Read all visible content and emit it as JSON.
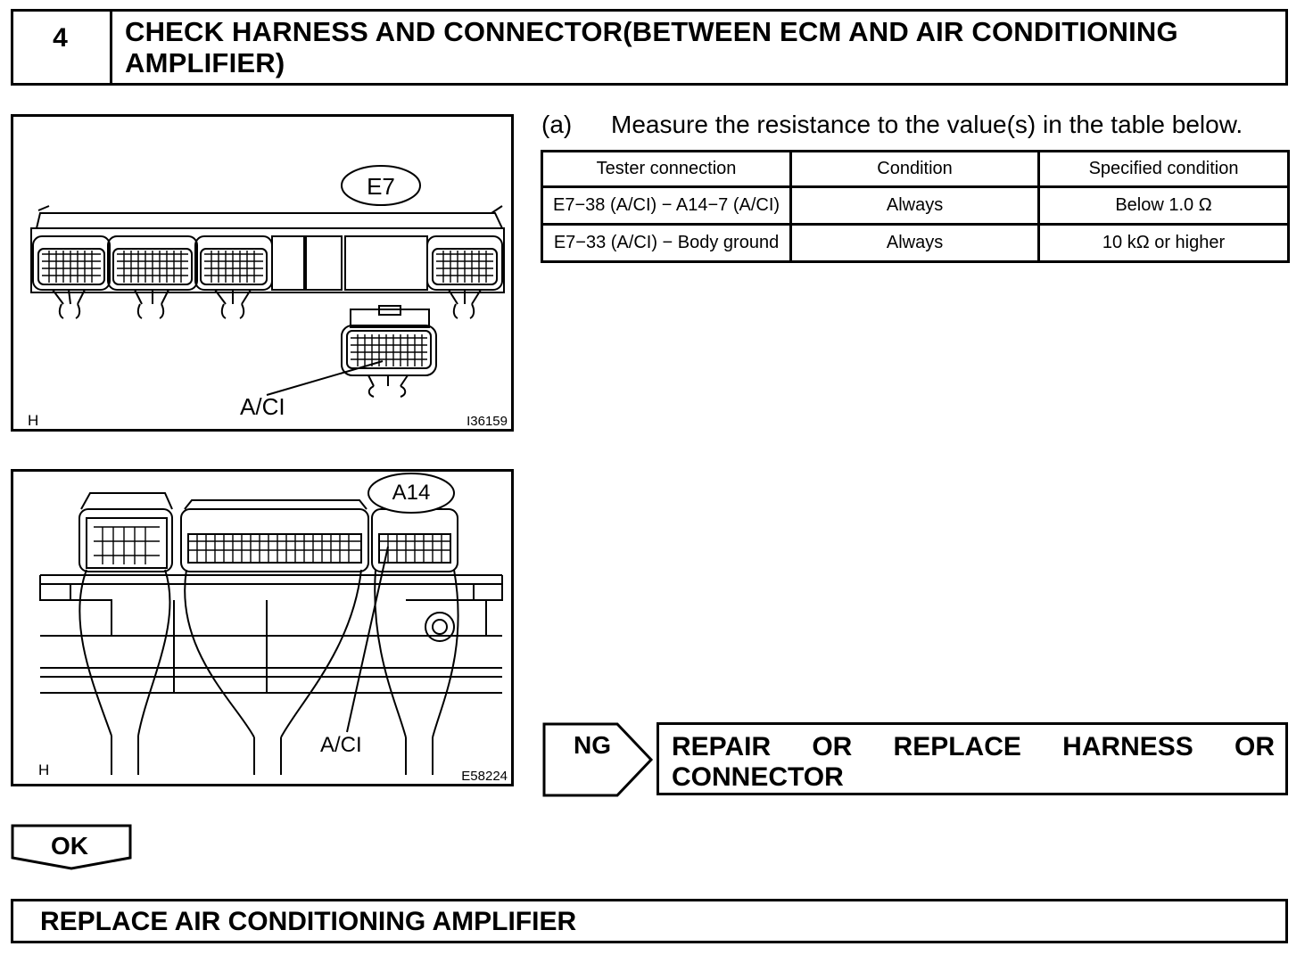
{
  "step": {
    "number": "4",
    "title": "CHECK HARNESS AND CONNECTOR(BETWEEN ECM AND AIR CONDITIONING AMPLIFIER)"
  },
  "figure_ecm": {
    "connector_label": "E7",
    "terminal_label": "A/CI",
    "corner_letter": "H",
    "figure_id": "I36159"
  },
  "figure_amp": {
    "connector_label": "A14",
    "terminal_label": "A/CI",
    "corner_letter": "H",
    "figure_id": "E58224"
  },
  "instruction": {
    "label": "(a)",
    "text": "Measure the resistance to the value(s) in the table below."
  },
  "table": {
    "headers": [
      "Tester connection",
      "Condition",
      "Specified condition"
    ],
    "rows": [
      [
        "E7−38 (A/CI) − A14−7 (A/CI)",
        "Always",
        "Below 1.0 Ω"
      ],
      [
        "E7−33 (A/CI) − Body ground",
        "Always",
        "10 kΩ or higher"
      ]
    ]
  },
  "ng": {
    "label": "NG",
    "result_words": [
      "REPAIR",
      "OR",
      "REPLACE",
      "HARNESS",
      "OR"
    ],
    "result_line2": "CONNECTOR"
  },
  "ok": {
    "label": "OK"
  },
  "final": {
    "text": "REPLACE AIR CONDITIONING AMPLIFIER"
  }
}
